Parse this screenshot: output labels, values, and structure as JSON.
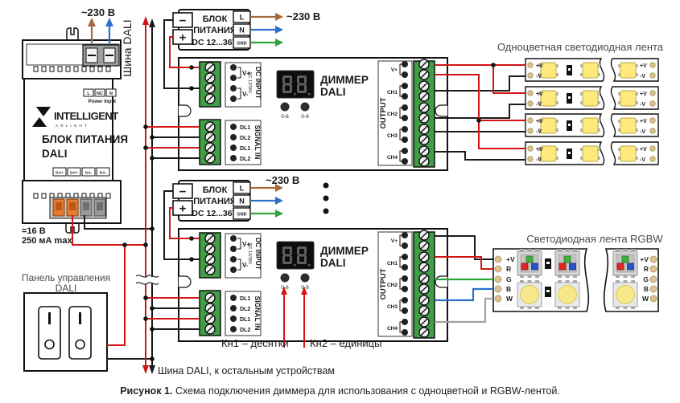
{
  "colors": {
    "wire_red": "#d31414",
    "wire_black": "#1a1a1a",
    "wire_brown": "#a5693e",
    "wire_blue": "#2e6fc9",
    "wire_green": "#2fa43c",
    "wire_gray": "#a0a0a0",
    "terminal_green": "#3f9e46",
    "terminal_orange": "#e87b2e",
    "terminal_gray": "#9a9a9a",
    "led_yellow": "#ffe97a",
    "pad_tan": "#d9c28f"
  },
  "din_psu": {
    "voltage_label": "~230 В",
    "power_input_terminals": [
      "L",
      "NC",
      "N"
    ],
    "power_input_label": "Power Input",
    "brand": "INTELLIGENT",
    "brand_sub": "ARLIGHT",
    "title_line1": "БЛОК ПИТАНИЯ",
    "title_line2": "DALI",
    "dali_terminals": [
      "DA+",
      "DA+",
      "DA-",
      "DA-"
    ],
    "output_spec_line1": "=16 В",
    "output_spec_line2": "250 мА max"
  },
  "dali_bus": {
    "label": "Шина DALI",
    "bottom_note": "Шина DALI, к остальным устройствам"
  },
  "dc_psu": {
    "title_line1": "БЛОК",
    "title_line2": "ПИТАНИЯ",
    "spec": "DC 12...36V",
    "minus": "−",
    "plus": "+",
    "terminals": [
      "L",
      "N",
      "GND"
    ],
    "voltage_label": "~230 В"
  },
  "dimmer": {
    "name_line1": "ДИММЕР",
    "name_line2": "DALI",
    "display_value": "8.8.",
    "dc_input_label": "DC INPUT",
    "dc_input_spec": "DC 12/36V",
    "dc_terminals": [
      "V+",
      "V-"
    ],
    "signal_label": "SIGNAL IN",
    "signal_terminals": [
      "DL1",
      "DL2",
      "DL1",
      "DL2"
    ],
    "buttons": [
      "0-6",
      "0-9"
    ],
    "output_label": "OUTPUT",
    "output_terminals": [
      "V+",
      "CH1",
      "CH2",
      "CH3",
      "CH4"
    ]
  },
  "mono_strip": {
    "title": "Одноцветная светодиодная лента",
    "pad_plus": "+V",
    "pad_minus": "-V"
  },
  "rgbw_strip": {
    "title": "Светодиодная лента RGBW",
    "pads": [
      "+V",
      "R",
      "G",
      "B",
      "W"
    ]
  },
  "control_panel": {
    "title_line1": "Панель управления",
    "title_line2": "DALI"
  },
  "annotations": {
    "btn1_note": "Кн1 – десятки",
    "btn2_note": "Кн2 – единицы"
  },
  "caption": {
    "prefix": "Рисунок 1.",
    "text": "Схема подключения диммера для использования с одноцветной и RGBW-лентой."
  }
}
